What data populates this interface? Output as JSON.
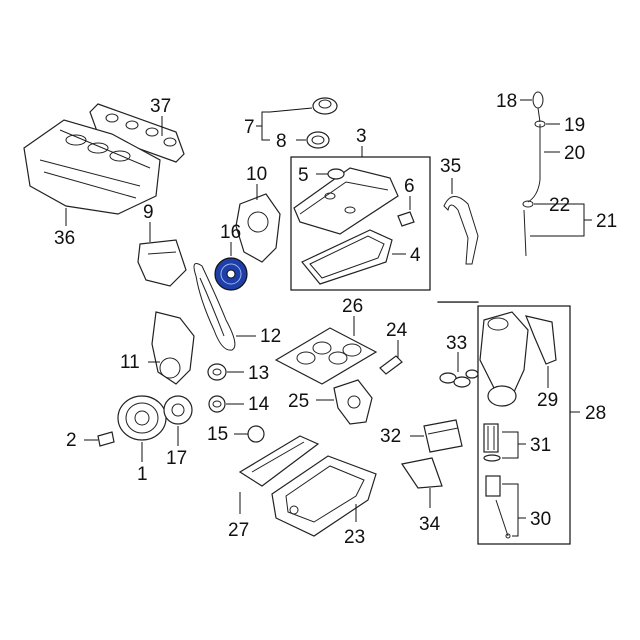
{
  "diagram": {
    "highlight_color": "#1e3fa8",
    "highlighted_part": "16",
    "callouts": {
      "c1": "1",
      "c2": "2",
      "c3": "3",
      "c4": "4",
      "c5": "5",
      "c6": "6",
      "c7": "7",
      "c8": "8",
      "c9": "9",
      "c10": "10",
      "c11": "11",
      "c12": "12",
      "c13": "13",
      "c14": "14",
      "c15": "15",
      "c16": "16",
      "c17": "17",
      "c18": "18",
      "c19": "19",
      "c20": "20",
      "c21": "21",
      "c22": "22",
      "c23": "23",
      "c24": "24",
      "c25": "25",
      "c26": "26",
      "c27": "27",
      "c28": "28",
      "c29": "29",
      "c30": "30",
      "c31": "31",
      "c32": "32",
      "c33": "33",
      "c34": "34",
      "c35": "35",
      "c36": "36",
      "c37": "37"
    }
  }
}
